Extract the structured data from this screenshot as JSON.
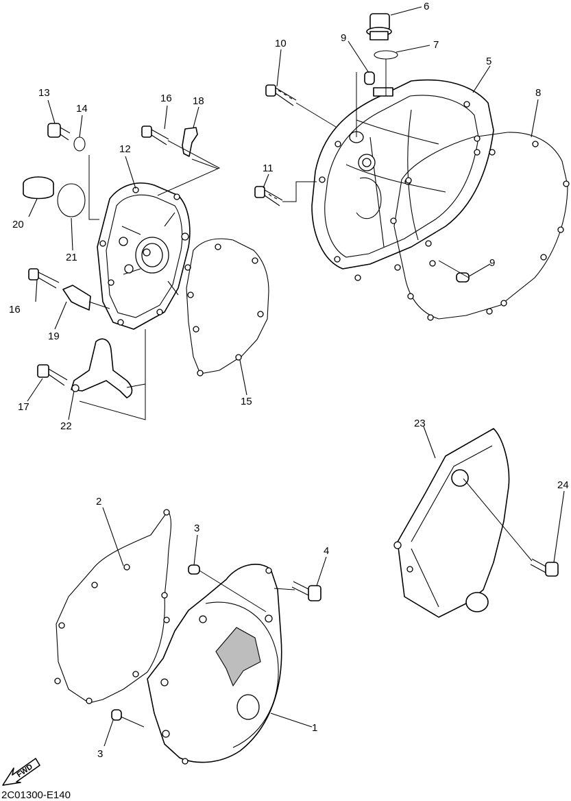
{
  "drawing_code": "2C01300-E140",
  "fwd_label": "FWD",
  "callouts": {
    "c1": "1",
    "c2": "2",
    "c3a": "3",
    "c3b": "3",
    "c4": "4",
    "c5": "5",
    "c6": "6",
    "c7": "7",
    "c8": "8",
    "c9a": "9",
    "c9b": "9",
    "c10": "10",
    "c11": "11",
    "c12": "12",
    "c13": "13",
    "c14": "14",
    "c15": "15",
    "c16a": "16",
    "c16b": "16",
    "c17": "17",
    "c18": "18",
    "c19": "19",
    "c20": "20",
    "c21": "21",
    "c22": "22",
    "c23": "23",
    "c24": "24"
  }
}
